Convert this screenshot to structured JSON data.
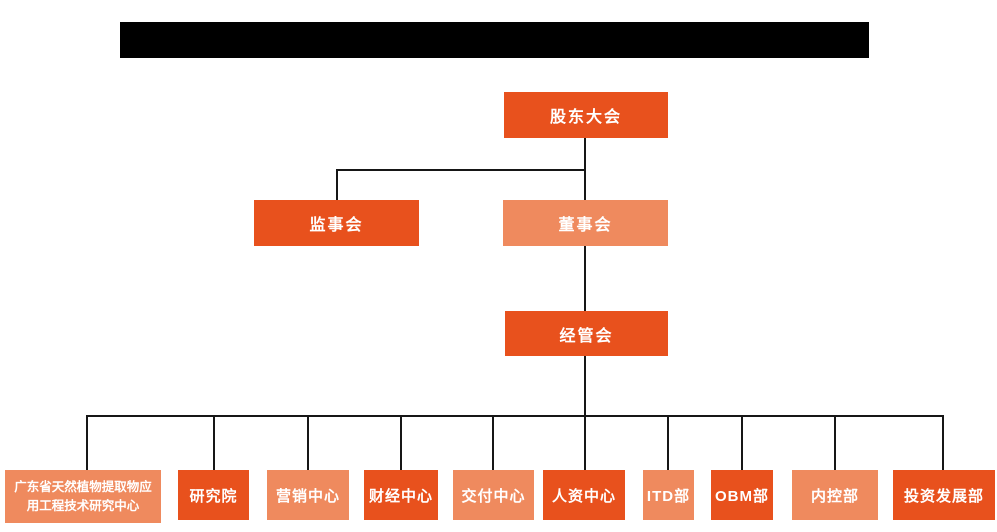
{
  "title_bar": {
    "description": "redacted-black-bar"
  },
  "org_chart": {
    "nodes": {
      "shareholders": {
        "label": "股东大会",
        "color": "dark"
      },
      "supervisory": {
        "label": "监事会",
        "color": "dark"
      },
      "board": {
        "label": "董事会",
        "color": "light"
      },
      "management": {
        "label": "经管会",
        "color": "dark"
      },
      "departments": [
        {
          "label": "广东省天然植物提取物应用工程技术研究中心",
          "color": "light"
        },
        {
          "label": "研究院",
          "color": "dark"
        },
        {
          "label": "营销中心",
          "color": "light"
        },
        {
          "label": "财经中心",
          "color": "dark"
        },
        {
          "label": "交付中心",
          "color": "light"
        },
        {
          "label": "人资中心",
          "color": "dark"
        },
        {
          "label": "ITD部",
          "color": "light"
        },
        {
          "label": "OBM部",
          "color": "dark"
        },
        {
          "label": "内控部",
          "color": "light"
        },
        {
          "label": "投资发展部",
          "color": "dark"
        }
      ]
    },
    "colors": {
      "dark_orange": "#e8511d",
      "light_orange": "#ef8a5e",
      "connector": "#161616",
      "black_bar": "#000000",
      "node_text": "#ffffff"
    }
  }
}
